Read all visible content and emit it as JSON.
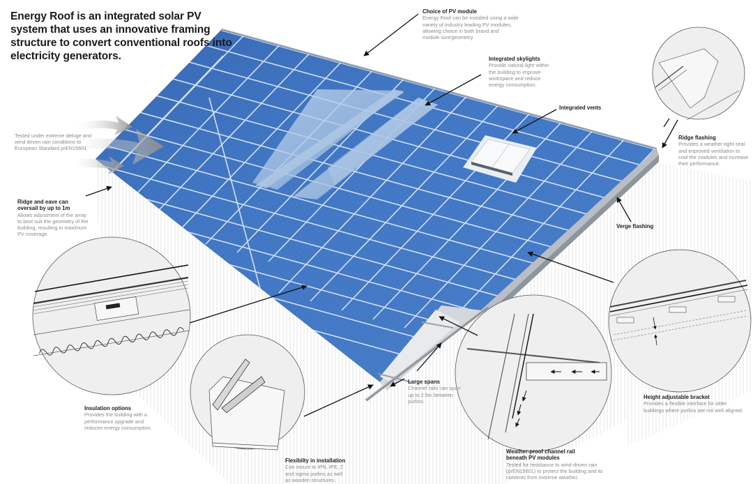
{
  "headline": "Energy Roof is an integrated solar PV system that uses an innovative framing structure to convert conventional roofs into electricity generators.",
  "colors": {
    "panel_blue": "#3f74c2",
    "panel_blue_dark": "#2c5aa6",
    "grid_line": "#d6e2f2",
    "skylight": "#a9c3e0",
    "detail_circle_fill": "#f2f2f2",
    "leader_line": "#111111",
    "title_text": "#1e1e1e",
    "body_text": "#8a8a8a"
  },
  "callouts": {
    "pv_module": {
      "title": "Choice of PV module",
      "desc": "Energy Roof can be installed using a wide\nvariety of industry leading PV modules,\nallowing choice in both brand and\nmodule size/geometry."
    },
    "skylights": {
      "title": "Integrated skylights",
      "desc": "Provide natural light within\nthe building to improve\nworkspace and reduce\nenergy consumption."
    },
    "vents": {
      "title": "Integrated vents"
    },
    "rain_test": {
      "desc": "Tested under extreme deluge and\nwind driven rain conditions to\nEuropean Standard prEN15601"
    },
    "oversail": {
      "title": "Ridge and eave can\noversail by up to 1m",
      "desc": "Allows adjustment of the array\nto best suit the geometry of the\nbuilding, resulting in maximum\nPV coverage."
    },
    "ridge_flashing": {
      "title": "Ridge flashing",
      "desc": "Provides a weather-tight seal\nand improved ventilation to\ncool the modules and increase\ntheir performance."
    },
    "verge_flashing": {
      "title": "Verge flashing"
    },
    "height_bracket": {
      "title": "Height adjustable bracket",
      "desc": "Provides a flexible interface for older\nbuildings where purlins are not well aligned."
    },
    "insulation": {
      "title": "Insulation options",
      "desc": "Provides the building with a\nperformance upgrade and\nreduces energy consumption."
    },
    "flexibility": {
      "title": "Flexibilty in installation",
      "desc": "Can mount to IPN, IPE, Z\nand sigma purlins as well\nas wooden structures."
    },
    "large_spans": {
      "title": "Large spans",
      "desc": "Channel rails can span\nup to 2.5m between\npurlins."
    },
    "channel_rail": {
      "title": "Weather-proof channel rail\nbeneath PV modules",
      "desc": "Tested for resistance to wind-driven rain\n(prEN15601) to protect the building and its\ncontents from extreme weather."
    }
  },
  "icons": {
    "wind_arrows": "wind-rain-arrow-icon",
    "leader_arrow": "arrow-pointer-icon"
  }
}
